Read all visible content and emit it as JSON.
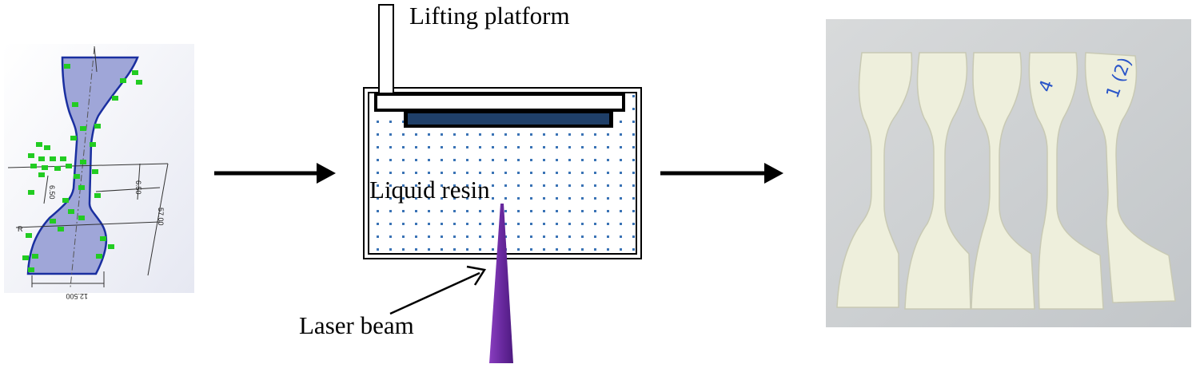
{
  "labels": {
    "lifting_platform": "Lifting platform",
    "liquid_resin": "Liquid resin",
    "laser_beam": "Laser beam"
  },
  "cad_drawing": {
    "dimensions": [
      "6.50",
      "6.50",
      "57.00",
      "12.500",
      "R"
    ],
    "tag_color": "#22cc22"
  },
  "photo": {
    "specimen_count": 5,
    "handwriting": [
      "4",
      "1 (2)"
    ]
  },
  "colors": {
    "platform_fill": "#1f3f68",
    "laser_fill": "#6a2aa0",
    "resin_dot": "#3a73b5",
    "cad_body": "#9fa6d8",
    "cad_outline": "#1a2fa0",
    "specimen": "#eeefdc",
    "photo_bg": "#cccfd2"
  }
}
